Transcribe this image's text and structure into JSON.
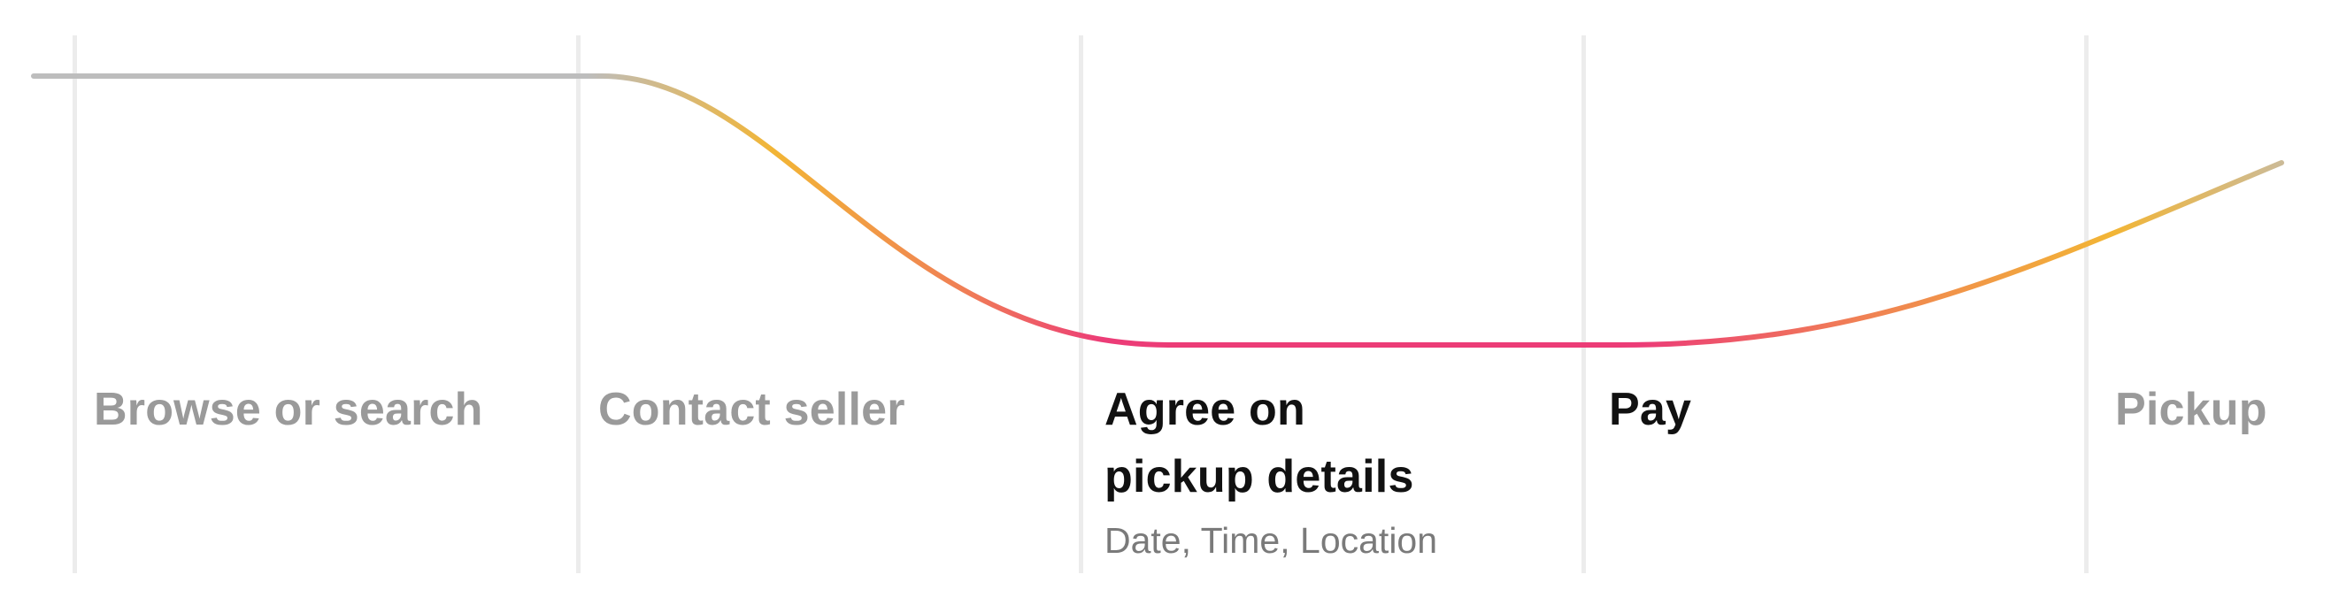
{
  "stages": [
    {
      "title": "Browse or search",
      "state": "muted"
    },
    {
      "title": "Contact seller",
      "state": "muted"
    },
    {
      "title": "Agree on\npickup details",
      "subtitle": "Date, Time, Location",
      "state": "active"
    },
    {
      "title": "Pay",
      "state": "active"
    },
    {
      "title": "Pickup",
      "state": "muted"
    }
  ],
  "colors": {
    "curve_neutral": "#bdbdbd",
    "curve_amber": "#f2b535",
    "curve_orange": "#f07f55",
    "curve_pink": "#ec3c77",
    "divider": "#ececec"
  }
}
